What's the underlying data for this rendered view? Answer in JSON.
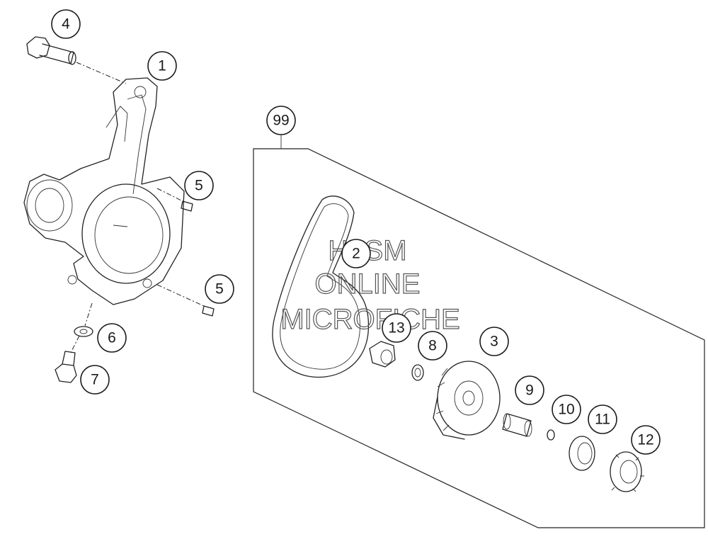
{
  "callouts": [
    {
      "id": "1",
      "label": "1"
    },
    {
      "id": "2",
      "label": "2"
    },
    {
      "id": "3",
      "label": "3"
    },
    {
      "id": "4",
      "label": "4"
    },
    {
      "id": "5a",
      "label": "5"
    },
    {
      "id": "5b",
      "label": "5"
    },
    {
      "id": "6",
      "label": "6"
    },
    {
      "id": "7",
      "label": "7"
    },
    {
      "id": "8",
      "label": "8"
    },
    {
      "id": "9",
      "label": "9"
    },
    {
      "id": "10",
      "label": "10"
    },
    {
      "id": "11",
      "label": "11"
    },
    {
      "id": "12",
      "label": "12"
    },
    {
      "id": "13",
      "label": "13"
    },
    {
      "id": "99",
      "label": "99"
    }
  ],
  "watermark": {
    "line1": "HLSM",
    "line2": "ONLINE",
    "line3": "MICROFICHE"
  }
}
